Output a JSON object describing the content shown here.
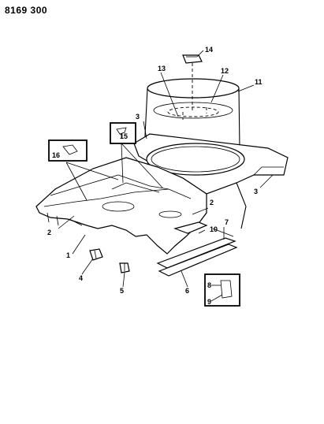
{
  "diagram": {
    "page_code": "8169 300",
    "callouts": [
      {
        "id": "c1",
        "label": "1"
      },
      {
        "id": "c2a",
        "label": "2"
      },
      {
        "id": "c2b",
        "label": "2"
      },
      {
        "id": "c3a",
        "label": "3"
      },
      {
        "id": "c3b",
        "label": "3"
      },
      {
        "id": "c4",
        "label": "4"
      },
      {
        "id": "c5",
        "label": "5"
      },
      {
        "id": "c6",
        "label": "6"
      },
      {
        "id": "c7",
        "label": "7"
      },
      {
        "id": "c8",
        "label": "8"
      },
      {
        "id": "c9",
        "label": "9"
      },
      {
        "id": "c10",
        "label": "10"
      },
      {
        "id": "c11",
        "label": "11"
      },
      {
        "id": "c12",
        "label": "12"
      },
      {
        "id": "c13",
        "label": "13"
      },
      {
        "id": "c14",
        "label": "14"
      },
      {
        "id": "c15",
        "label": "15"
      },
      {
        "id": "c16",
        "label": "16"
      }
    ]
  }
}
